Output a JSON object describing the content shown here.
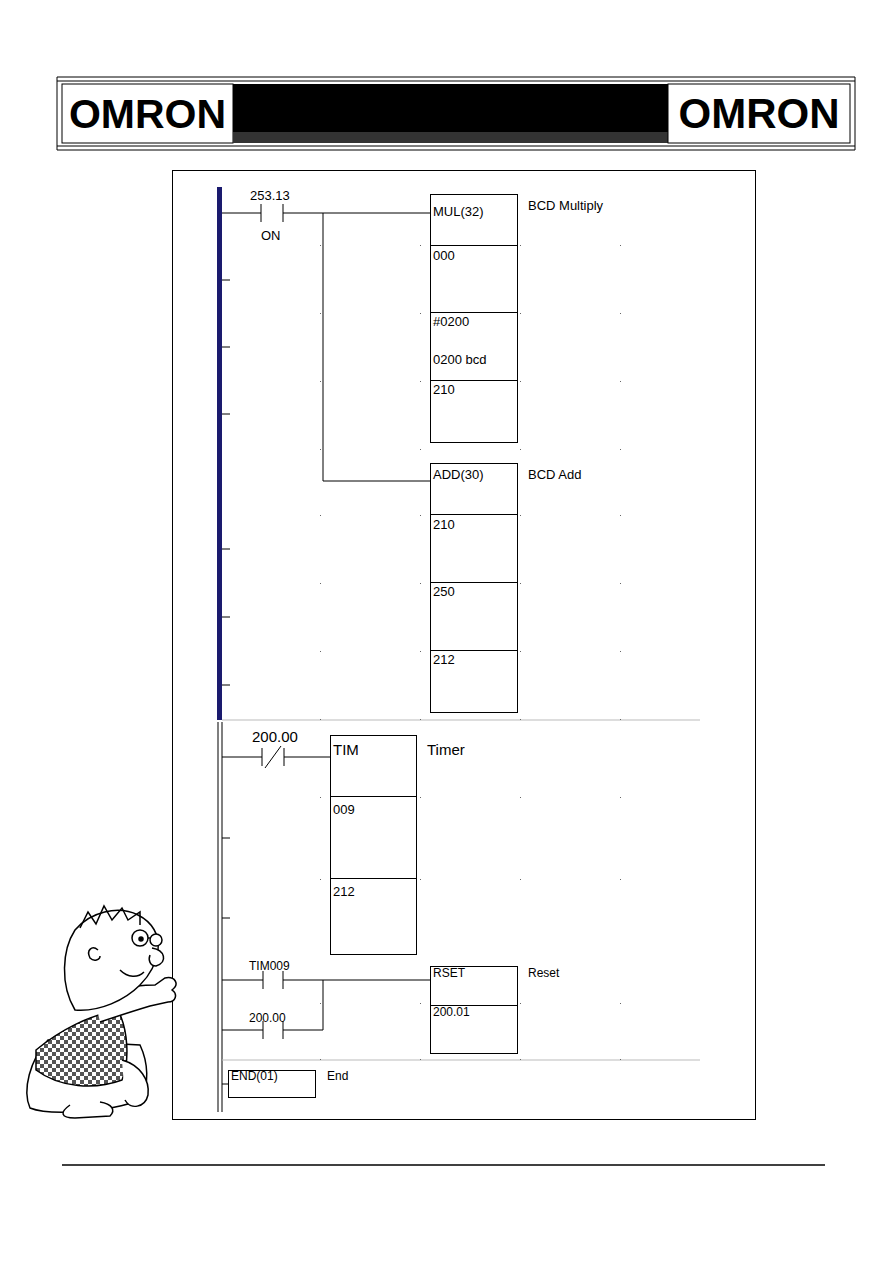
{
  "diagram": {
    "nodes": [
      {
        "text": [
          "MUL(32)",
          "000",
          "#0200",
          "0200 bcd",
          "210",
          "BCD Multiply"
        ]
      },
      {
        "text": [
          "ADD(30)",
          "210",
          "250",
          "212",
          "BCD Add"
        ]
      },
      {
        "text": [
          "TIM",
          "009",
          "212",
          "Timer"
        ]
      },
      {
        "text": [
          "RSET",
          "200.01",
          "Reset"
        ]
      },
      {
        "text": [
          "END(01)",
          "End"
        ]
      }
    ],
    "labels": [
      "OMRON",
      "OMRON",
      "253.13",
      "ON",
      "200.00",
      "TIM009",
      "200.00"
    ]
  }
}
